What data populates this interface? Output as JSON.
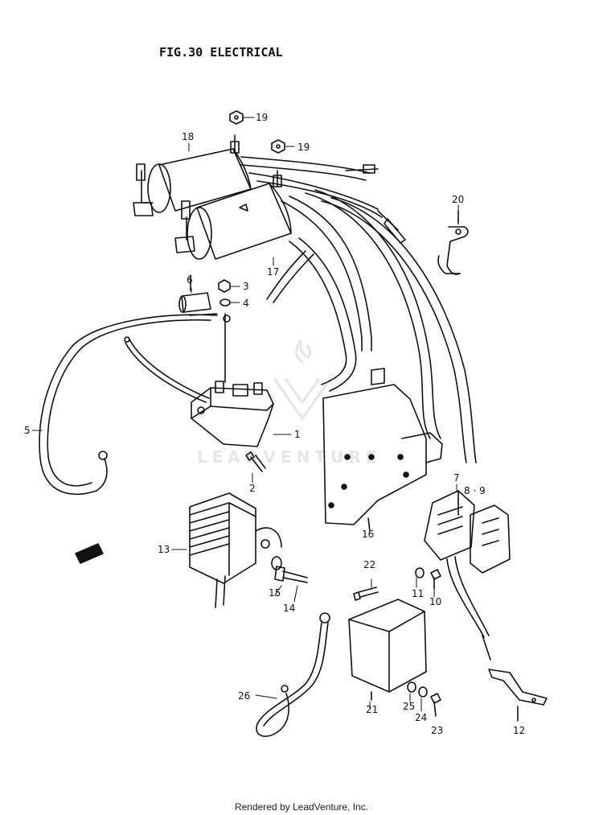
{
  "title": "FIG.30  ELECTRICAL",
  "watermark": "LEADVENTURE",
  "footer": "Rendered by LeadVenture, Inc.",
  "parts": {
    "p1": "1",
    "p2": "2",
    "p3": "3",
    "p4": "4",
    "p5": "5",
    "p6": "6",
    "p7": "7",
    "p8_9": "8 · 9",
    "p10": "10",
    "p11": "11",
    "p12": "12",
    "p13": "13",
    "p14": "14",
    "p15": "15",
    "p16": "16",
    "p17": "17",
    "p18": "18",
    "p19a": "19",
    "p19b": "19",
    "p20": "20",
    "p21": "21",
    "p22": "22",
    "p23": "23",
    "p24": "24",
    "p25": "25",
    "p26": "26"
  }
}
